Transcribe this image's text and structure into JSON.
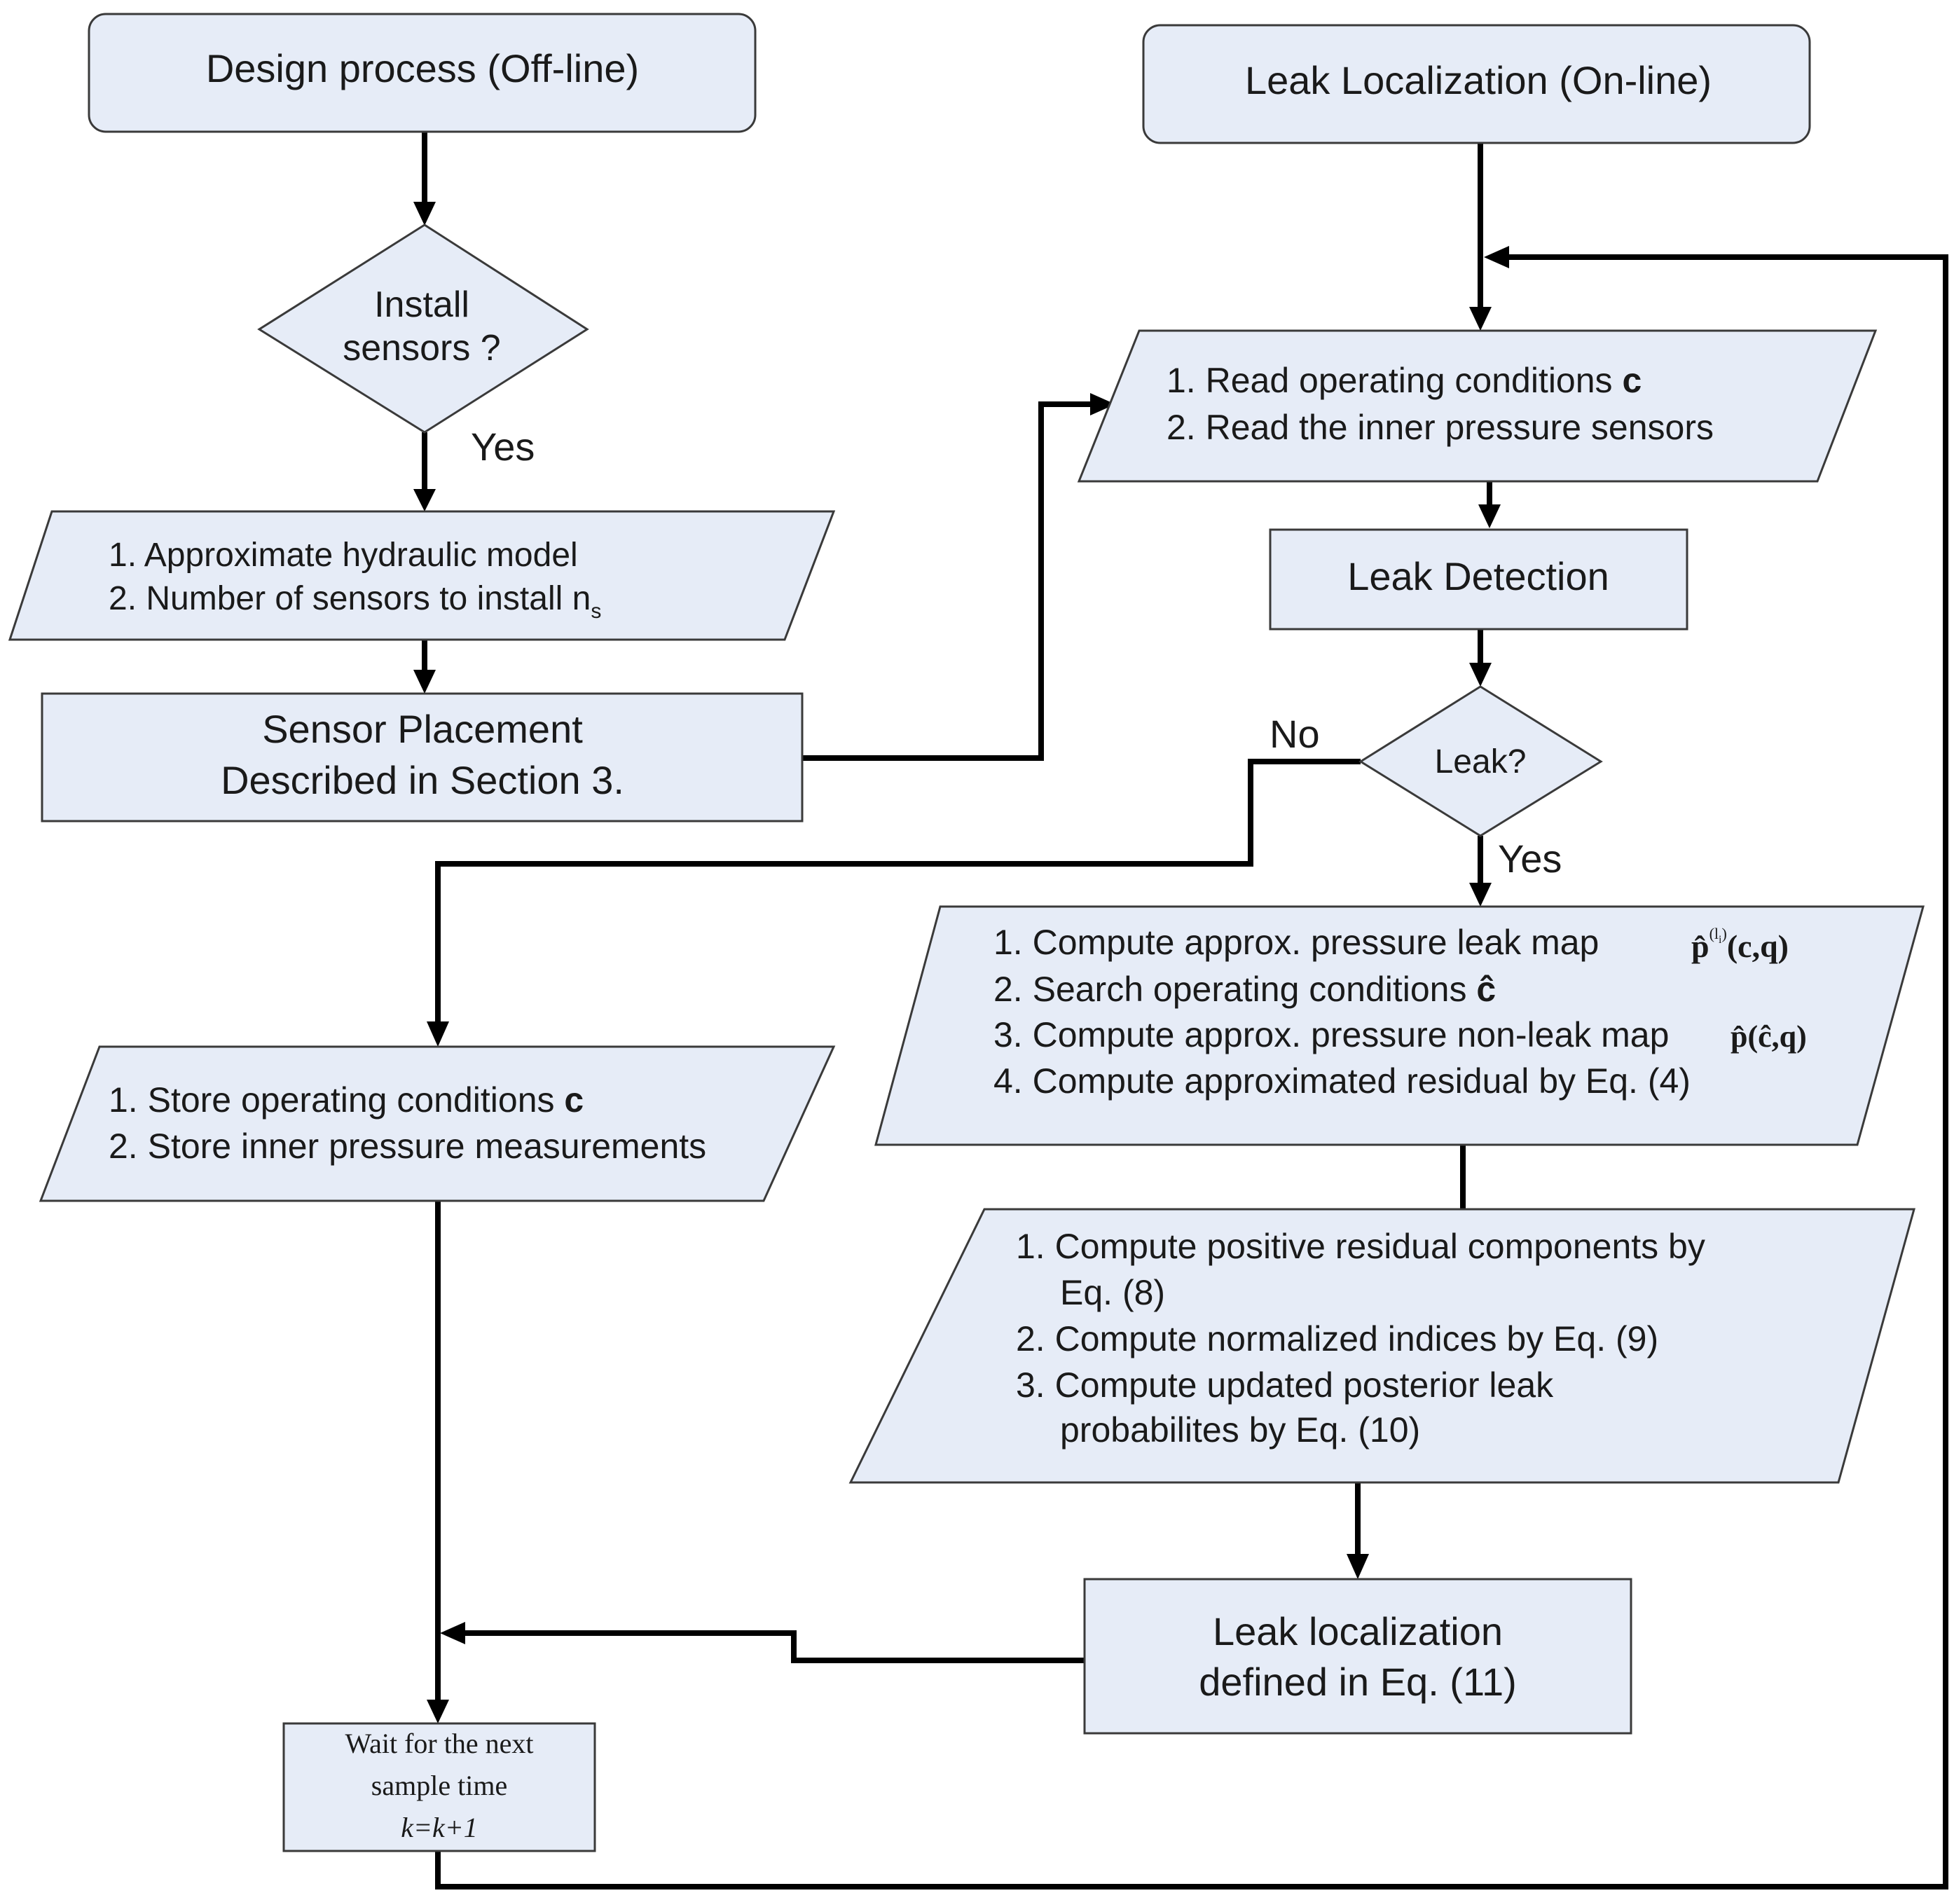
{
  "colors": {
    "node_fill": "#e6ecf7",
    "node_stroke": "#3a3a3a",
    "connector": "#000000",
    "text": "#1a1a1a"
  },
  "nodes": {
    "design_process": {
      "label": "Design process (Off-line)"
    },
    "install_sensors": {
      "line1": "Install",
      "line2": "sensors  ?"
    },
    "model_inputs": {
      "item1": "1. Approximate hydraulic model",
      "item2": "2. Number of sensors to install n",
      "item2_sub": "s"
    },
    "sensor_placement": {
      "line1": "Sensor Placement",
      "line2": "Described in Section 3."
    },
    "leak_localization_online": {
      "label": "Leak Localization (On-line)"
    },
    "read_inputs": {
      "item1": "1. Read operating conditions ",
      "item1_bold": "c",
      "item2": "2. Read the inner pressure sensors"
    },
    "leak_detection": {
      "label": "Leak Detection"
    },
    "leak_decision": {
      "label": "Leak?"
    },
    "compute_maps": {
      "item1": "1. Compute approx. pressure leak map",
      "item1_formula": "p̂",
      "item1_formula_sup": "(l",
      "item1_formula_sup_sub": "i",
      "item1_formula_sup_close": ")",
      "item1_formula_args": "(c,q)",
      "item2": "2. Search operating conditions ",
      "item2_bold": "ĉ",
      "item3": "3. Compute approx. pressure non-leak map",
      "item3_formula": "p̂(ĉ,q)",
      "item4": "4. Compute approximated residual by Eq. (4)"
    },
    "compute_probabilities": {
      "item1": "1. Compute positive residual components  by",
      "item1_cont": "Eq. (8)",
      "item2": "2. Compute normalized indices by Eq. (9)",
      "item3": "3. Compute updated posterior leak",
      "item3_cont": "probabilites by Eq. (10)"
    },
    "store_measurements": {
      "item1": "1. Store operating conditions ",
      "item1_bold": "c",
      "item2": "2. Store inner pressure measurements"
    },
    "leak_localization_eq": {
      "line1": "Leak localization",
      "line2": "defined in Eq. (11)"
    },
    "wait_next_sample": {
      "line1": "Wait for the next",
      "line2": "sample time",
      "line3": "k=k+1"
    }
  },
  "edge_labels": {
    "install_yes": "Yes",
    "leak_no": "No",
    "leak_yes": "Yes"
  }
}
